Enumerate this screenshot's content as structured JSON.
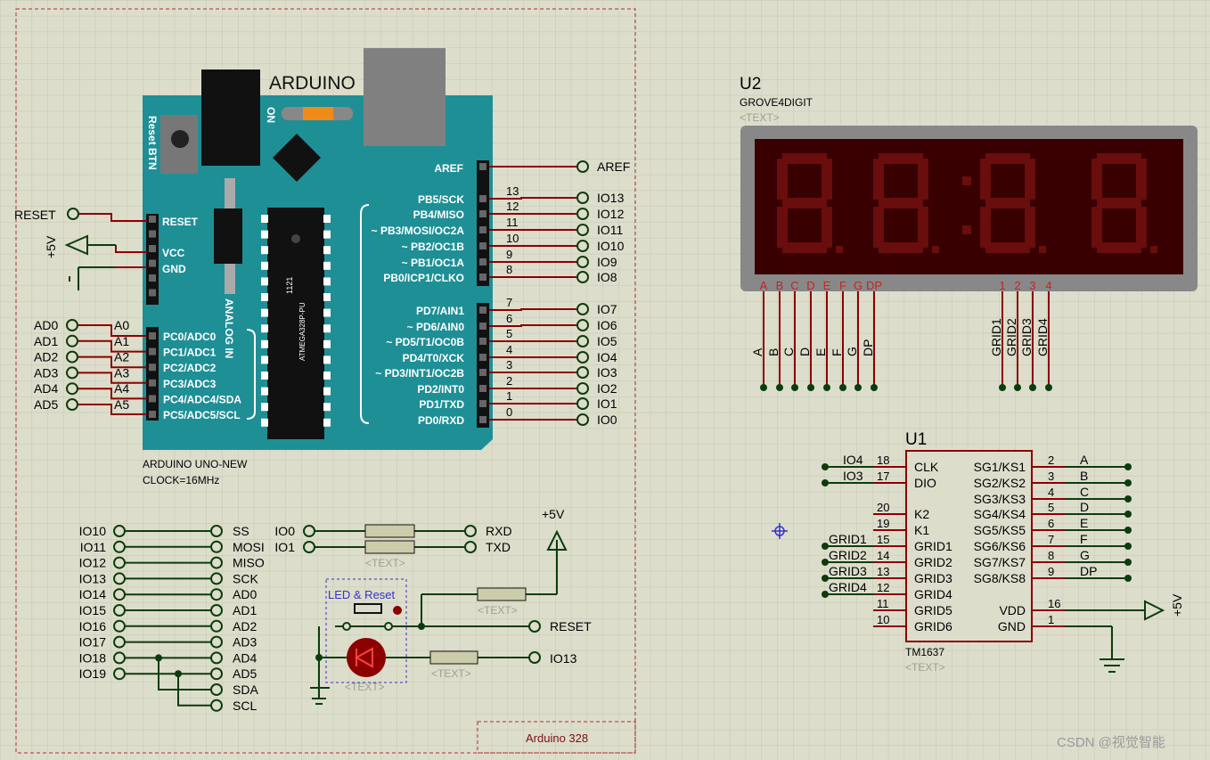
{
  "colors": {
    "background": "#ddddcc",
    "grid": "#c8c8b8",
    "board": "#1f8f96",
    "wire": "#8b0000",
    "net": "#0b3d0b",
    "segment_on": "#6a0d0d",
    "display_bg": "#380000"
  },
  "arduino": {
    "brand": "ARDUINO",
    "on_label": "ON",
    "reset_btn": "Reset BTN",
    "analog_in": "ANALOG IN",
    "chip_num": "1121",
    "chip_name": "ATMEGA328P-PU",
    "caption": "ARDUINO UNO-NEW",
    "clock": "CLOCK=16MHz",
    "frame_label": "Arduino 328",
    "left_pins": [
      "RESET",
      "VCC",
      "GND"
    ],
    "analog_pins": [
      "PC0/ADC0",
      "PC1/ADC1",
      "PC2/ADC2",
      "PC3/ADC3",
      "PC4/ADC4/SDA",
      "PC5/ADC5/SCL"
    ],
    "analog_nums": [
      "A0",
      "A1",
      "A2",
      "A3",
      "A4",
      "A5"
    ],
    "analog_nets": [
      "AD0",
      "AD1",
      "AD2",
      "AD3",
      "AD4",
      "AD5"
    ],
    "aref": "AREF",
    "aref_net": "AREF",
    "right_pins": [
      "PB5/SCK",
      "PB4/MISO",
      "~ PB3/MOSI/OC2A",
      "~ PB2/OC1B",
      "~ PB1/OC1A",
      "PB0/ICP1/CLKO",
      "PD7/AIN1",
      "~ PD6/AIN0",
      "~ PD5/T1/OC0B",
      "PD4/T0/XCK",
      "~ PD3/INT1/OC2B",
      "PD2/INT0",
      "PD1/TXD",
      "PD0/RXD"
    ],
    "right_nums": [
      "13",
      "12",
      "11",
      "10",
      "9",
      "8",
      "7",
      "6",
      "5",
      "4",
      "3",
      "2",
      "1",
      "0"
    ],
    "right_nets": [
      "IO13",
      "IO12",
      "IO11",
      "IO10",
      "IO9",
      "IO8",
      "IO7",
      "IO6",
      "IO5",
      "IO4",
      "IO3",
      "IO2",
      "IO1",
      "IO0"
    ]
  },
  "power": {
    "reset_net": "RESET",
    "vcc": "+5V"
  },
  "io_map": {
    "left": [
      "IO10",
      "IO11",
      "IO12",
      "IO13",
      "IO14",
      "IO15",
      "IO16",
      "IO17",
      "IO18",
      "IO19"
    ],
    "right": [
      "SS",
      "MOSI",
      "MISO",
      "SCK",
      "AD0",
      "AD1",
      "AD2",
      "AD3",
      "AD4",
      "AD5",
      "SDA",
      "SCL"
    ]
  },
  "serial": {
    "left": [
      "IO0",
      "IO1"
    ],
    "right": [
      "RXD",
      "TXD"
    ],
    "text": "<TEXT>"
  },
  "led_reset": {
    "title": "LED & Reset",
    "vcc": "+5V",
    "reset_net": "RESET",
    "led_net": "IO13",
    "text": "<TEXT>"
  },
  "u2": {
    "ref": "U2",
    "name": "GROVE4DIGIT",
    "text": "<TEXT>",
    "seg_pins": [
      "A",
      "B",
      "C",
      "D",
      "E",
      "F",
      "G",
      "DP"
    ],
    "grid_pins": [
      "1",
      "2",
      "3",
      "4"
    ],
    "seg_nets": [
      "A",
      "B",
      "C",
      "D",
      "E",
      "F",
      "G",
      "DP"
    ],
    "grid_nets": [
      "GRID1",
      "GRID2",
      "GRID3",
      "GRID4"
    ]
  },
  "u1": {
    "ref": "U1",
    "name": "TM1637",
    "text": "<TEXT>",
    "left_pins": [
      "CLK",
      "DIO",
      "K2",
      "K1",
      "GRID1",
      "GRID2",
      "GRID3",
      "GRID4",
      "GRID5",
      "GRID6"
    ],
    "left_nums": [
      "18",
      "17",
      "20",
      "19",
      "15",
      "14",
      "13",
      "12",
      "11",
      "10"
    ],
    "left_nets": [
      "IO4",
      "IO3",
      "",
      "",
      "GRID1",
      "GRID2",
      "GRID3",
      "GRID4",
      "",
      ""
    ],
    "right_pins": [
      "SG1/KS1",
      "SG2/KS2",
      "SG3/KS3",
      "SG4/KS4",
      "SG5/KS5",
      "SG6/KS6",
      "SG7/KS7",
      "SG8/KS8",
      "VDD",
      "GND"
    ],
    "right_nums": [
      "2",
      "3",
      "4",
      "5",
      "6",
      "7",
      "8",
      "9",
      "16",
      "1"
    ],
    "right_nets": [
      "A",
      "B",
      "C",
      "D",
      "E",
      "F",
      "G",
      "DP"
    ],
    "vcc": "+5V"
  },
  "watermark": "CSDN @视觉智能"
}
